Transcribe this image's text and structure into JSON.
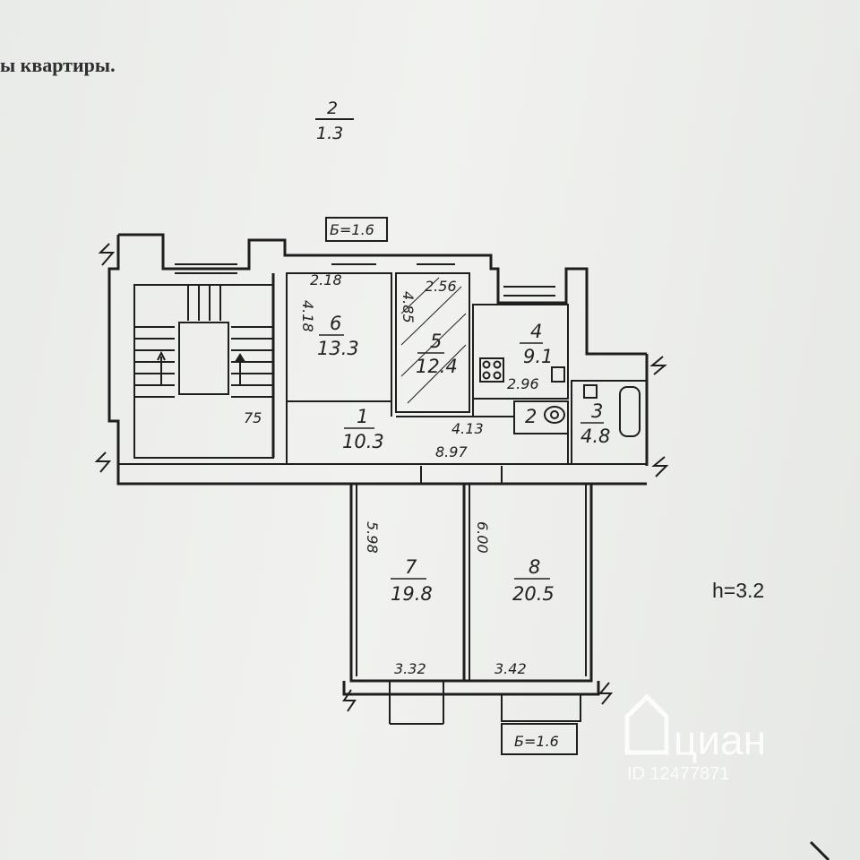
{
  "document": {
    "heading": "ы квартиры.",
    "ceiling_height": "h=3.2",
    "background_text": []
  },
  "plan": {
    "floor": {
      "num": "2",
      "den": "1.3"
    },
    "rooms": [
      {
        "id": "1",
        "area": "10.3"
      },
      {
        "id": "2",
        "area": ""
      },
      {
        "id": "3",
        "area": "4.8"
      },
      {
        "id": "4",
        "area": "9.1"
      },
      {
        "id": "5",
        "area": "12.4"
      },
      {
        "id": "6",
        "area": "13.3"
      },
      {
        "id": "7",
        "area": "19.8"
      },
      {
        "id": "8",
        "area": "20.5"
      }
    ],
    "dimensions": {
      "d218": "2.18",
      "d256": "2.56",
      "d418": "4.18",
      "d485": "4.85",
      "d296": "2.96",
      "d413": "4.13",
      "d897": "8.97",
      "d75": "75",
      "d598": "5.98",
      "d600": "6.00",
      "d332": "3.32",
      "d342": "3.42"
    },
    "balconies": {
      "top": "Б=1.6",
      "bottom": "Б=1.6"
    }
  },
  "watermark": {
    "brand": "циан",
    "id": "ID 12477871"
  },
  "colors": {
    "ink": "#222222",
    "paper": "#ecedea"
  }
}
